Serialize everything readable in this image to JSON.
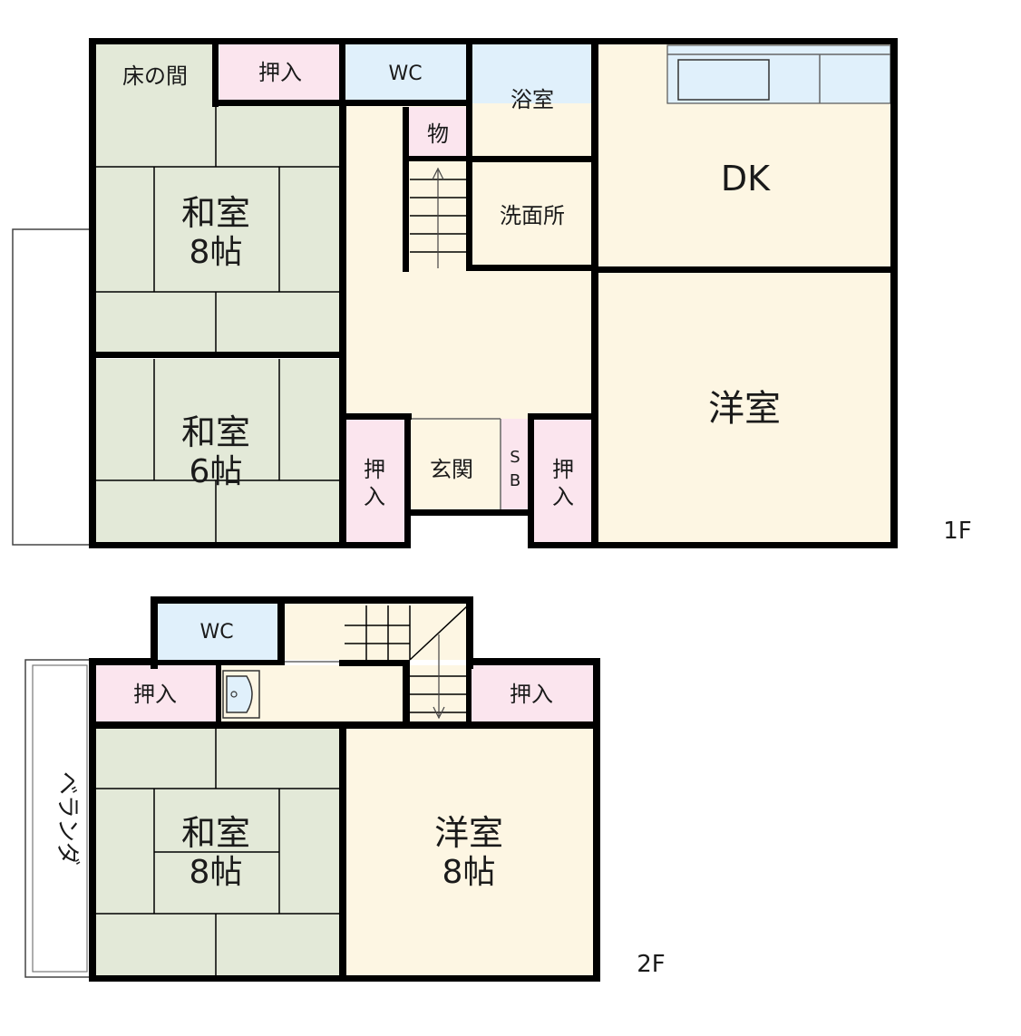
{
  "floor1": {
    "label": "1F",
    "rooms": {
      "tokonoma": "床の間",
      "oshiire_top": "押入",
      "wc": "WC",
      "bath": "浴室",
      "storage": "物",
      "washroom": "洗面所",
      "dk": "DK",
      "washitsu8_name": "和室",
      "washitsu8_size": "8帖",
      "washitsu6_name": "和室",
      "washitsu6_size": "6帖",
      "youshitsu": "洋室",
      "entrance": "玄関",
      "oshiire_left_1": "押",
      "oshiire_left_2": "入",
      "sb_1": "S",
      "sb_2": "B",
      "oshiire_right_1": "押",
      "oshiire_right_2": "入"
    }
  },
  "floor2": {
    "label": "2F",
    "rooms": {
      "wc": "WC",
      "oshiire_left": "押入",
      "oshiire_right": "押入",
      "washitsu_name": "和室",
      "washitsu_size": "8帖",
      "youshitsu_name": "洋室",
      "youshitsu_size": "8帖",
      "veranda": "ベランダ"
    }
  }
}
